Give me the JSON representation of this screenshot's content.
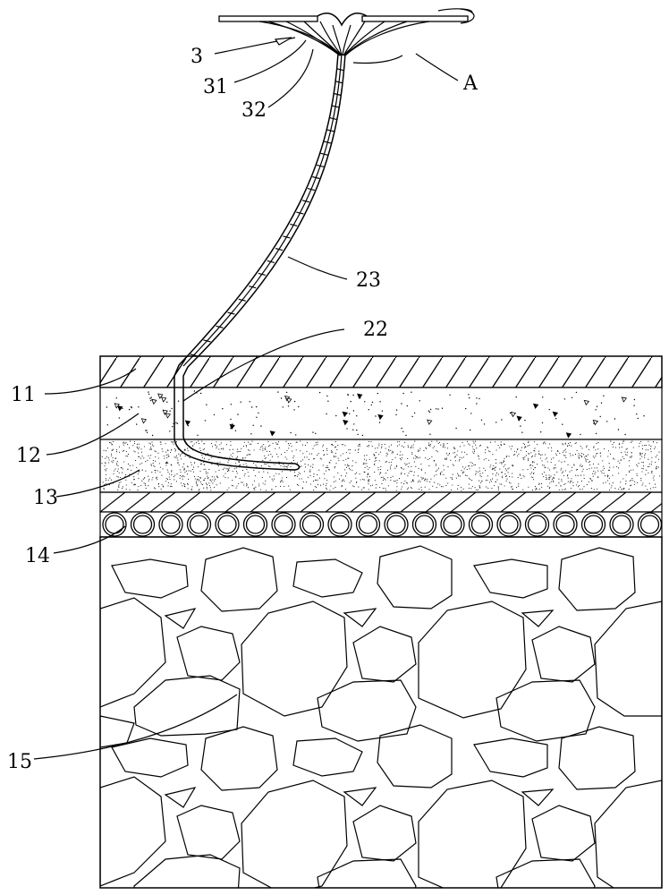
{
  "labels": {
    "l3": "3",
    "l31": "31",
    "l32": "32",
    "lA": "A",
    "l23": "23",
    "l22": "22",
    "l11": "11",
    "l12": "12",
    "l13": "13",
    "l14": "14",
    "l15": "15"
  },
  "colors": {
    "line": "#000000",
    "background": "#ffffff"
  }
}
